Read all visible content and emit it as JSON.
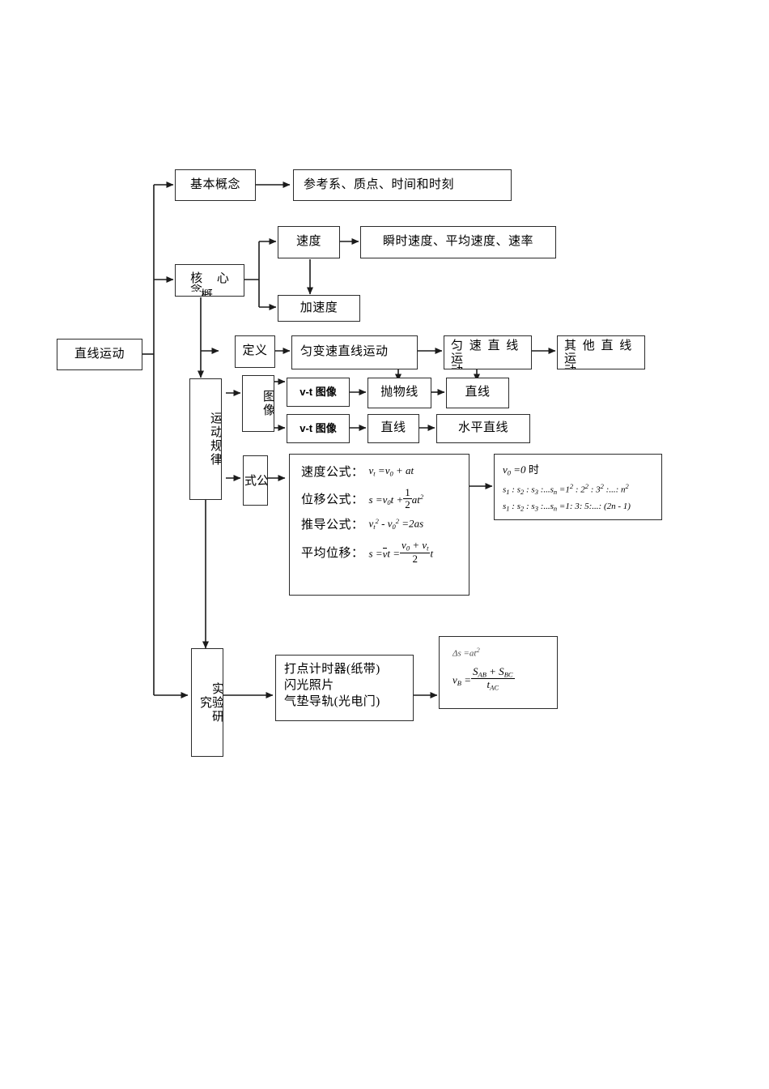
{
  "diagram": {
    "title": "直线运动",
    "type": "flowchart",
    "root": {
      "label": "直线运动"
    },
    "branches": [
      {
        "id": "basic-concepts",
        "label": "基本概念",
        "detail": "参考系、质点、时间和时刻"
      },
      {
        "id": "core-concepts",
        "label_line1": "核 心 概",
        "label_line2": "念",
        "children": [
          {
            "id": "velocity",
            "label": "速度",
            "detail": "瞬时速度、平均速度、速率"
          },
          {
            "id": "acceleration",
            "label": "加速度"
          }
        ]
      },
      {
        "id": "motion-laws",
        "label": "运动规律",
        "definition": {
          "label": "定义",
          "chain": [
            {
              "id": "uniform-accel",
              "label": "匀变速直线运动"
            },
            {
              "id": "uniform-velocity",
              "label_line1": "匀 速 直 线 运",
              "label_line2": "动"
            },
            {
              "id": "other-linear",
              "label_line1": "其 他 直 线 运",
              "label_line2": "动"
            }
          ]
        },
        "graphs": {
          "label": "图像",
          "rows": [
            {
              "source": "v-t 图像",
              "shape": "抛物线",
              "result": "直线"
            },
            {
              "source": "v-t 图像",
              "shape": "直线",
              "result": "水平直线"
            }
          ]
        },
        "formulas": {
          "label": "公式",
          "items": [
            {
              "name": "速度公式：",
              "expr": "v_t = v_0 + at"
            },
            {
              "name": "位移公式：",
              "expr": "s = v_0 t + (1/2) a t^2"
            },
            {
              "name": "推导公式：",
              "expr": "v_t^2 - v_0^2 = 2as"
            },
            {
              "name": "平均位移：",
              "expr": "s = v̄ t = ((v_0 + v_t)/2) t"
            }
          ],
          "special_case": {
            "condition": "v_0 = 0 时",
            "ratios": [
              "s_1 : s_2 : s_3 : ... s_n = 1^2 : 2^2 : 3^2 : ... : n^2",
              "s_1 : s_2 : s_3 : ... s_n = 1 : 3 : 5 : ... : (2n - 1)"
            ]
          }
        }
      },
      {
        "id": "experiment",
        "label": "实验研究",
        "methods": [
          "打点计时器(纸带)",
          "闪光照片",
          "气垫导轨(光电门)"
        ],
        "result_formula": {
          "line1": "Δs = at^2",
          "line2": "v_B = (S_AB + S_BC) / t_AC"
        }
      }
    ],
    "colors": {
      "line": "#2b2b2b",
      "text": "#000000",
      "background": "#ffffff"
    }
  }
}
